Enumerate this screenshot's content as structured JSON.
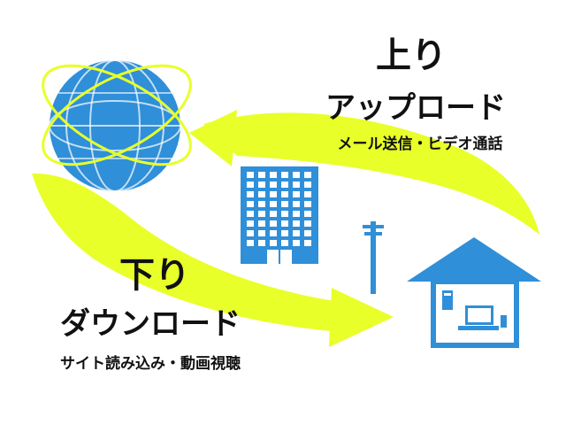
{
  "upload": {
    "title": "上り",
    "subtitle": "アップロード",
    "description": "メール送信・ビデオ通話"
  },
  "download": {
    "title": "下り",
    "subtitle": "ダウンロード",
    "description": "サイト読み込み・動画視聴"
  },
  "colors": {
    "arrow": "#e8ff2a",
    "globe": "#2f8fd8",
    "building": "#2f8fd8",
    "house": "#2f8fd8",
    "text": "#111111"
  },
  "icons": [
    "globe-icon",
    "office-building-icon",
    "antenna-pole-icon",
    "house-icon",
    "laptop-icon"
  ]
}
